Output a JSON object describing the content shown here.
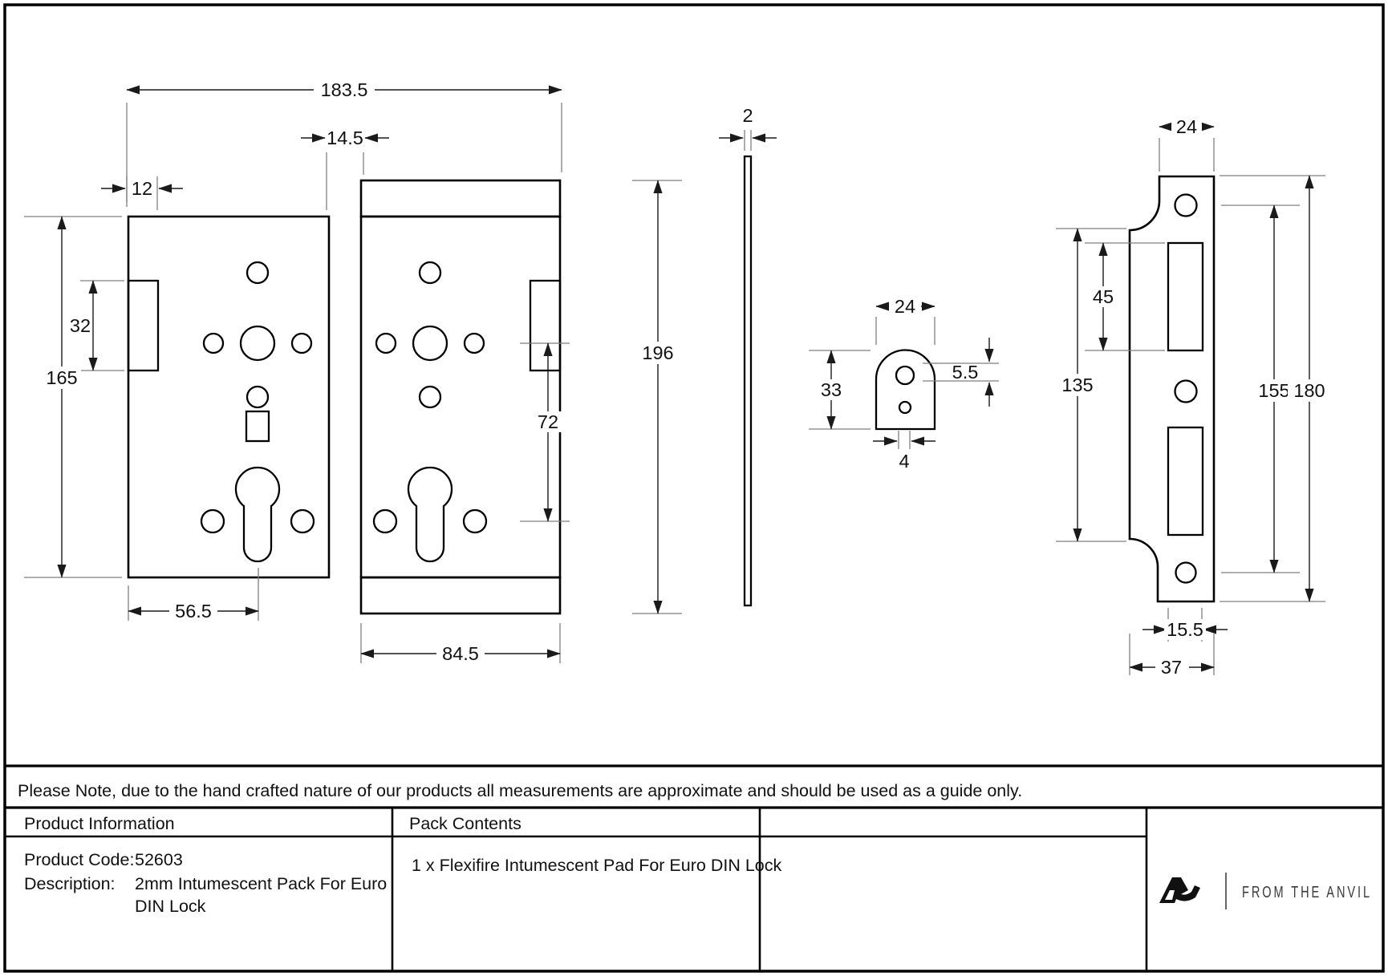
{
  "note": "Please Note, due to the hand crafted nature of our products all measurements are approximate and should be used as a guide only.",
  "table": {
    "product_information_header": "Product Information",
    "pack_contents_header": "Pack Contents",
    "product_code_label": "Product Code:",
    "product_code_value": "52603",
    "description_label": "Description:",
    "description_value_line1": "2mm Intumescent Pack For Euro",
    "description_value_line2": "DIN Lock",
    "pack_contents_value": "1 x Flexifire Intumescent Pad For Euro DIN Lock"
  },
  "logo": {
    "brand": "FROM THE ANVIL",
    "monogram": "anvil-A-monogram"
  },
  "views": {
    "plan": {
      "dim_total_width": "183.5",
      "dim_gap": "14.5",
      "dim_tab_width": "12",
      "dim_tab_height": "32",
      "dim_left_plate_height": "165",
      "dim_right_plate_height": "196",
      "dim_hole_spacing": "72",
      "dim_keyhole_offset": "56.5",
      "dim_right_plate_width": "84.5"
    },
    "side": {
      "dim_thickness": "2"
    },
    "pad": {
      "dim_width": "24",
      "dim_height": "33",
      "dim_hole_offset": "5.5",
      "dim_hole_width": "4"
    },
    "faceplate": {
      "dim_tab_width": "24",
      "dim_cutout_height": "45",
      "dim_body_height": "135",
      "dim_hole_centres": "155",
      "dim_total_height": "180",
      "dim_bottom_tab_width": "15.5",
      "dim_width": "37"
    }
  },
  "colors": {
    "line": "#000000",
    "extension_line": "#7f7f7f",
    "text": "#111111",
    "logo_text": "#3a3a3a",
    "background": "#ffffff"
  }
}
